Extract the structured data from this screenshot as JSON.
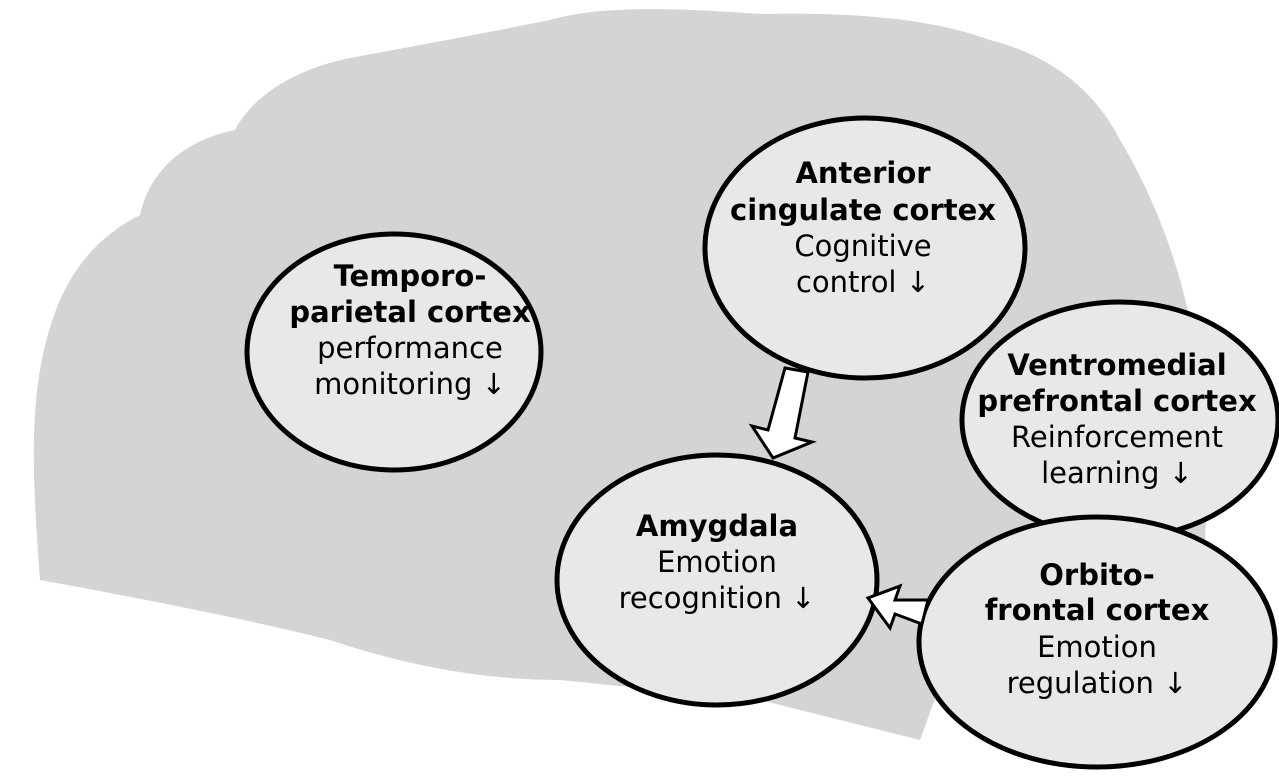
{
  "colors": {
    "brain": "#d4d4d4",
    "ellipse_fill": "#e8e8e8",
    "stroke": "#000000",
    "arrow_fill": "#ffffff"
  },
  "nodes": {
    "temporoparietal": {
      "title_line1": "Temporo-",
      "title_line2": "parietal cortex",
      "desc_line1": "performance",
      "desc_line2": "monitoring ↓"
    },
    "anterior_cingulate": {
      "title_line1": "Anterior",
      "title_line2": "cingulate cortex",
      "desc_line1": "Cognitive",
      "desc_line2": "control ↓"
    },
    "ventromedial": {
      "title_line1": "Ventromedial",
      "title_line2": "prefrontal cortex",
      "desc_line1": "Reinforcement",
      "desc_line2": "learning ↓"
    },
    "amygdala": {
      "title_line1": "Amygdala",
      "desc_line1": "Emotion",
      "desc_line2": "recognition ↓"
    },
    "orbitofrontal": {
      "title_line1": "Orbito-",
      "title_line2": "frontal cortex",
      "desc_line1": "Emotion",
      "desc_line2": "regulation ↓"
    }
  },
  "edges": [
    {
      "from": "Anterior cingulate cortex",
      "to": "Amygdala"
    },
    {
      "from": "Orbitofrontal cortex",
      "to": "Amygdala"
    }
  ]
}
